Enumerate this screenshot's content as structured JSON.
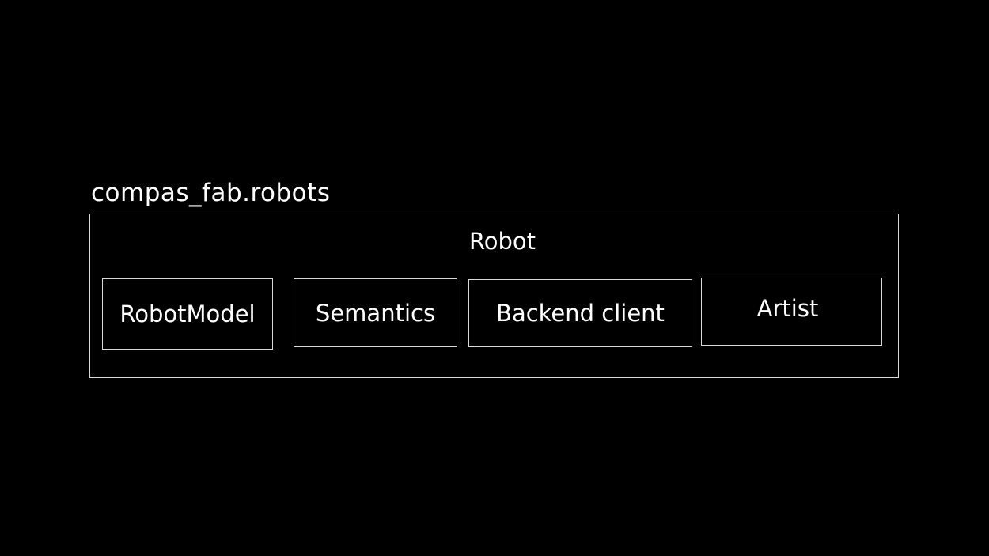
{
  "package_label": "compas_fab.robots",
  "container": {
    "title": "Robot",
    "components": [
      {
        "label": "RobotModel"
      },
      {
        "label": "Semantics"
      },
      {
        "label": "Backend client"
      },
      {
        "label": "Artist"
      }
    ]
  },
  "colors": {
    "background": "#000000",
    "stroke": "#d9d9d9",
    "text": "#ffffff"
  }
}
